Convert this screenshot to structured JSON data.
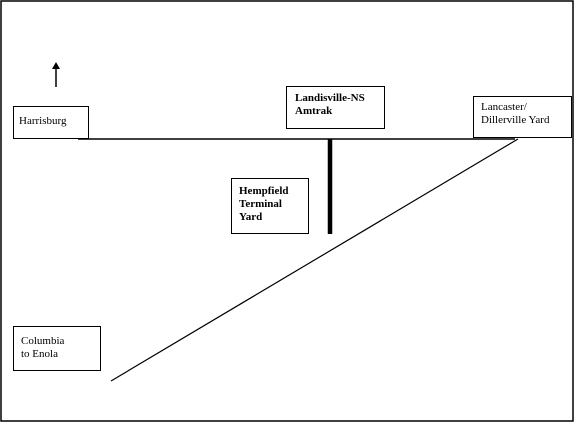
{
  "diagram": {
    "colors": {
      "line": "#000000",
      "background": "#ffffff"
    },
    "arrow": {
      "icon": "north-arrow-icon",
      "meaning": "north"
    },
    "labels": {
      "harrisburg": "Harrisburg",
      "landisville": "Landisville-NS\nAmtrak",
      "lancaster": "Lancaster/\nDillerville Yard",
      "hempfield": "Hempfield\nTerminal\nYard",
      "columbia": "Columbia\nto Enola"
    }
  }
}
